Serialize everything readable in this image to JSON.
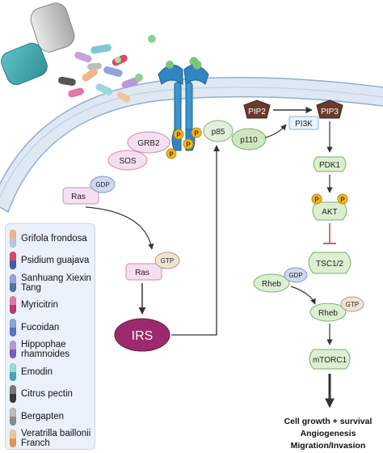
{
  "nodes": {
    "pip2": "PIP2",
    "pip3": "PIP3",
    "pi3k": "PI3K",
    "p85": "p85",
    "p110": "p110",
    "grb2": "GRB2",
    "sos": "SOS",
    "ras_gdp": "Ras",
    "gdp_1": "GDP",
    "ras_gtp": "Ras",
    "gtp_1": "GTP",
    "irs": "IRS",
    "pdk1": "PDK1",
    "akt": "AKT",
    "tsc": "TSC1/2",
    "rheb_gdp": "Rheb",
    "gdp_2": "GDP",
    "rheb_gtp": "Rheb",
    "gtp_2": "GTP",
    "mtorc1": "mTORC1",
    "phospho": "P"
  },
  "outcomes": {
    "line1": "Cell growth + survival",
    "line2": "Angiogenesis",
    "line3": "Migration/Invasion"
  },
  "legend": {
    "items": [
      {
        "name": "Grifola frondosa",
        "color_top": "#f3b48a",
        "color_bottom": "#b8c8df"
      },
      {
        "name": "Psidium guajava",
        "color_top": "#e0446b",
        "color_bottom": "#3c5fa8"
      },
      {
        "name": "Sanhuang Xiexin Tang",
        "color_top": "#8fa6d9",
        "color_bottom": "#5a6ea8"
      },
      {
        "name": "Myricitrin",
        "color_top": "#e07aa4",
        "color_bottom": "#b83a6e"
      },
      {
        "name": "Fucoidan",
        "color_top": "#8ea3d8",
        "color_bottom": "#5e74b8"
      },
      {
        "name": "Hippophae rhamnoides",
        "color_top": "#b79ad8",
        "color_bottom": "#7e5cb4"
      },
      {
        "name": "Emodin",
        "color_top": "#9ad8dc",
        "color_bottom": "#49a8b0"
      },
      {
        "name": "Citrus pectin",
        "color_top": "#7a7a7a",
        "color_bottom": "#3a3a3a"
      },
      {
        "name": "Bergapten",
        "color_top": "#bdbdbd",
        "color_bottom": "#8a8a8a"
      },
      {
        "name": "Veratrilla baillonii Franch",
        "color_top": "#f1c79a",
        "color_bottom": "#d89a5a"
      }
    ]
  },
  "colors": {
    "membrane": "#dfe8f3",
    "membrane_line": "#8fb0d0",
    "pip_brown": "#6b3a2e",
    "irs_purple": "#9c2a6c",
    "node_green": "#dcefd0",
    "node_green_border": "#7fae6a",
    "receptor_blue": "#2f86c3",
    "phospho_yellow": "#f5b523"
  }
}
